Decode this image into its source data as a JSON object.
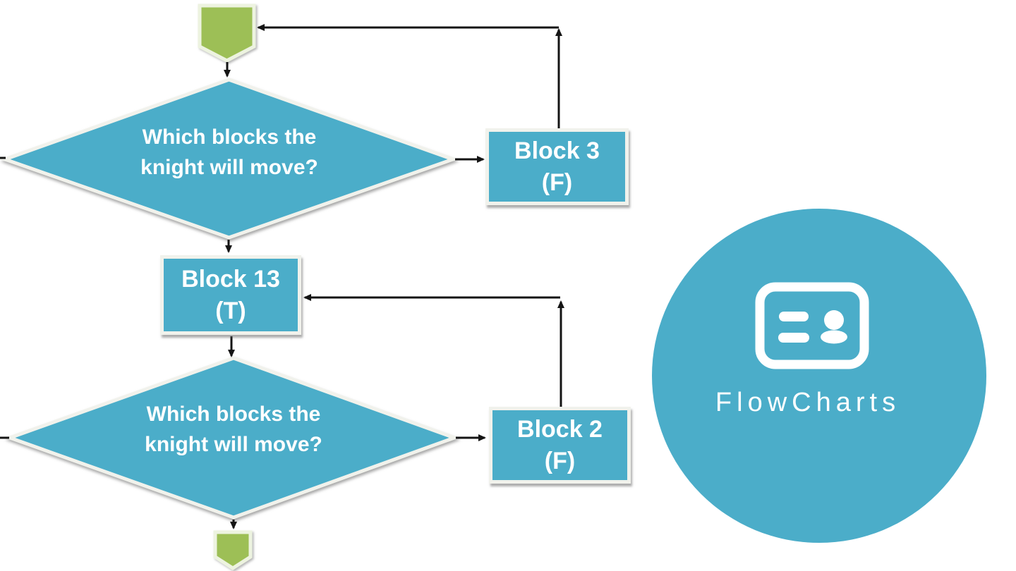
{
  "colors": {
    "accent_teal": "#4badc9",
    "accent_green": "#9dbf56",
    "shape_border": "#f1f2ec",
    "green_border": "#edf3e0",
    "connector": "#141414",
    "label_text": "#ffffff",
    "background": "#ffffff"
  },
  "flowchart": {
    "decision_1": {
      "label": "Which blocks the\nknight will move?"
    },
    "block_3": {
      "title": "Block 3",
      "state": "(F)"
    },
    "block_13": {
      "title": "Block 13",
      "state": "(T)"
    },
    "decision_2": {
      "label": "Which blocks the\nknight will move?"
    },
    "block_2": {
      "title": "Block 2",
      "state": "(F)"
    }
  },
  "badge": {
    "label": "FlowCharts",
    "icon": "contact-card-icon"
  }
}
